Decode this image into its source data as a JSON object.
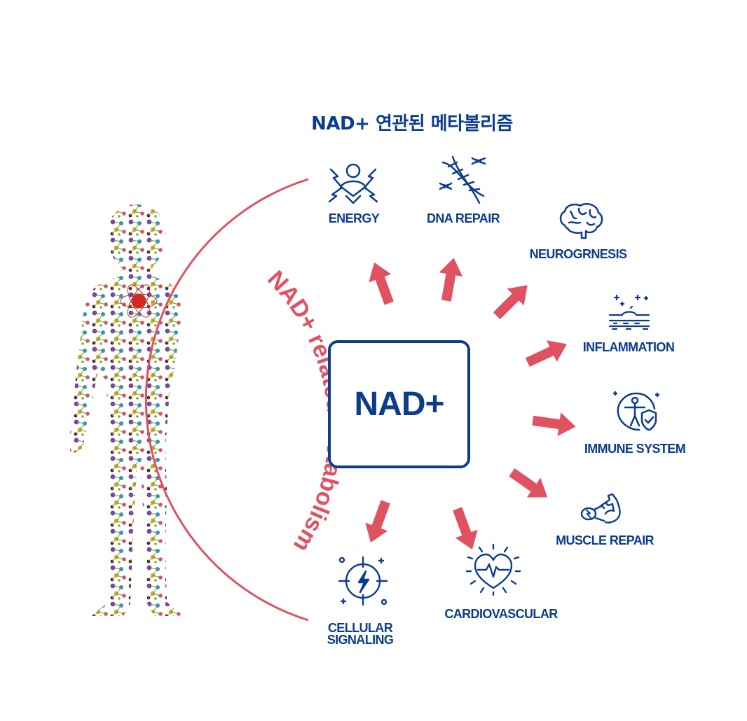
{
  "title": "NAD+ 연관된 메타볼리즘",
  "center_label": "NAD+",
  "arc_label": "NAD+ related metabolism",
  "outcomes": [
    {
      "label": "ENERGY",
      "icon": "energy-person-icon"
    },
    {
      "label": "DNA REPAIR",
      "icon": "dna-icon"
    },
    {
      "label": "NEUROGRNESIS",
      "icon": "brain-icon"
    },
    {
      "label": "INFLAMMATION",
      "icon": "skin-inflammation-icon"
    },
    {
      "label": "IMMUNE SYSTEM",
      "icon": "immune-shield-icon"
    },
    {
      "label": "MUSCLE REPAIR",
      "icon": "muscle-icon"
    },
    {
      "label": "CARDIOVASCULAR",
      "icon": "heart-pulse-icon"
    },
    {
      "label": "CELLULAR",
      "label2": "SIGNALING",
      "icon": "signal-bolt-icon"
    }
  ],
  "colors": {
    "navy": "#0b3d8c",
    "accent": "#e05162"
  }
}
